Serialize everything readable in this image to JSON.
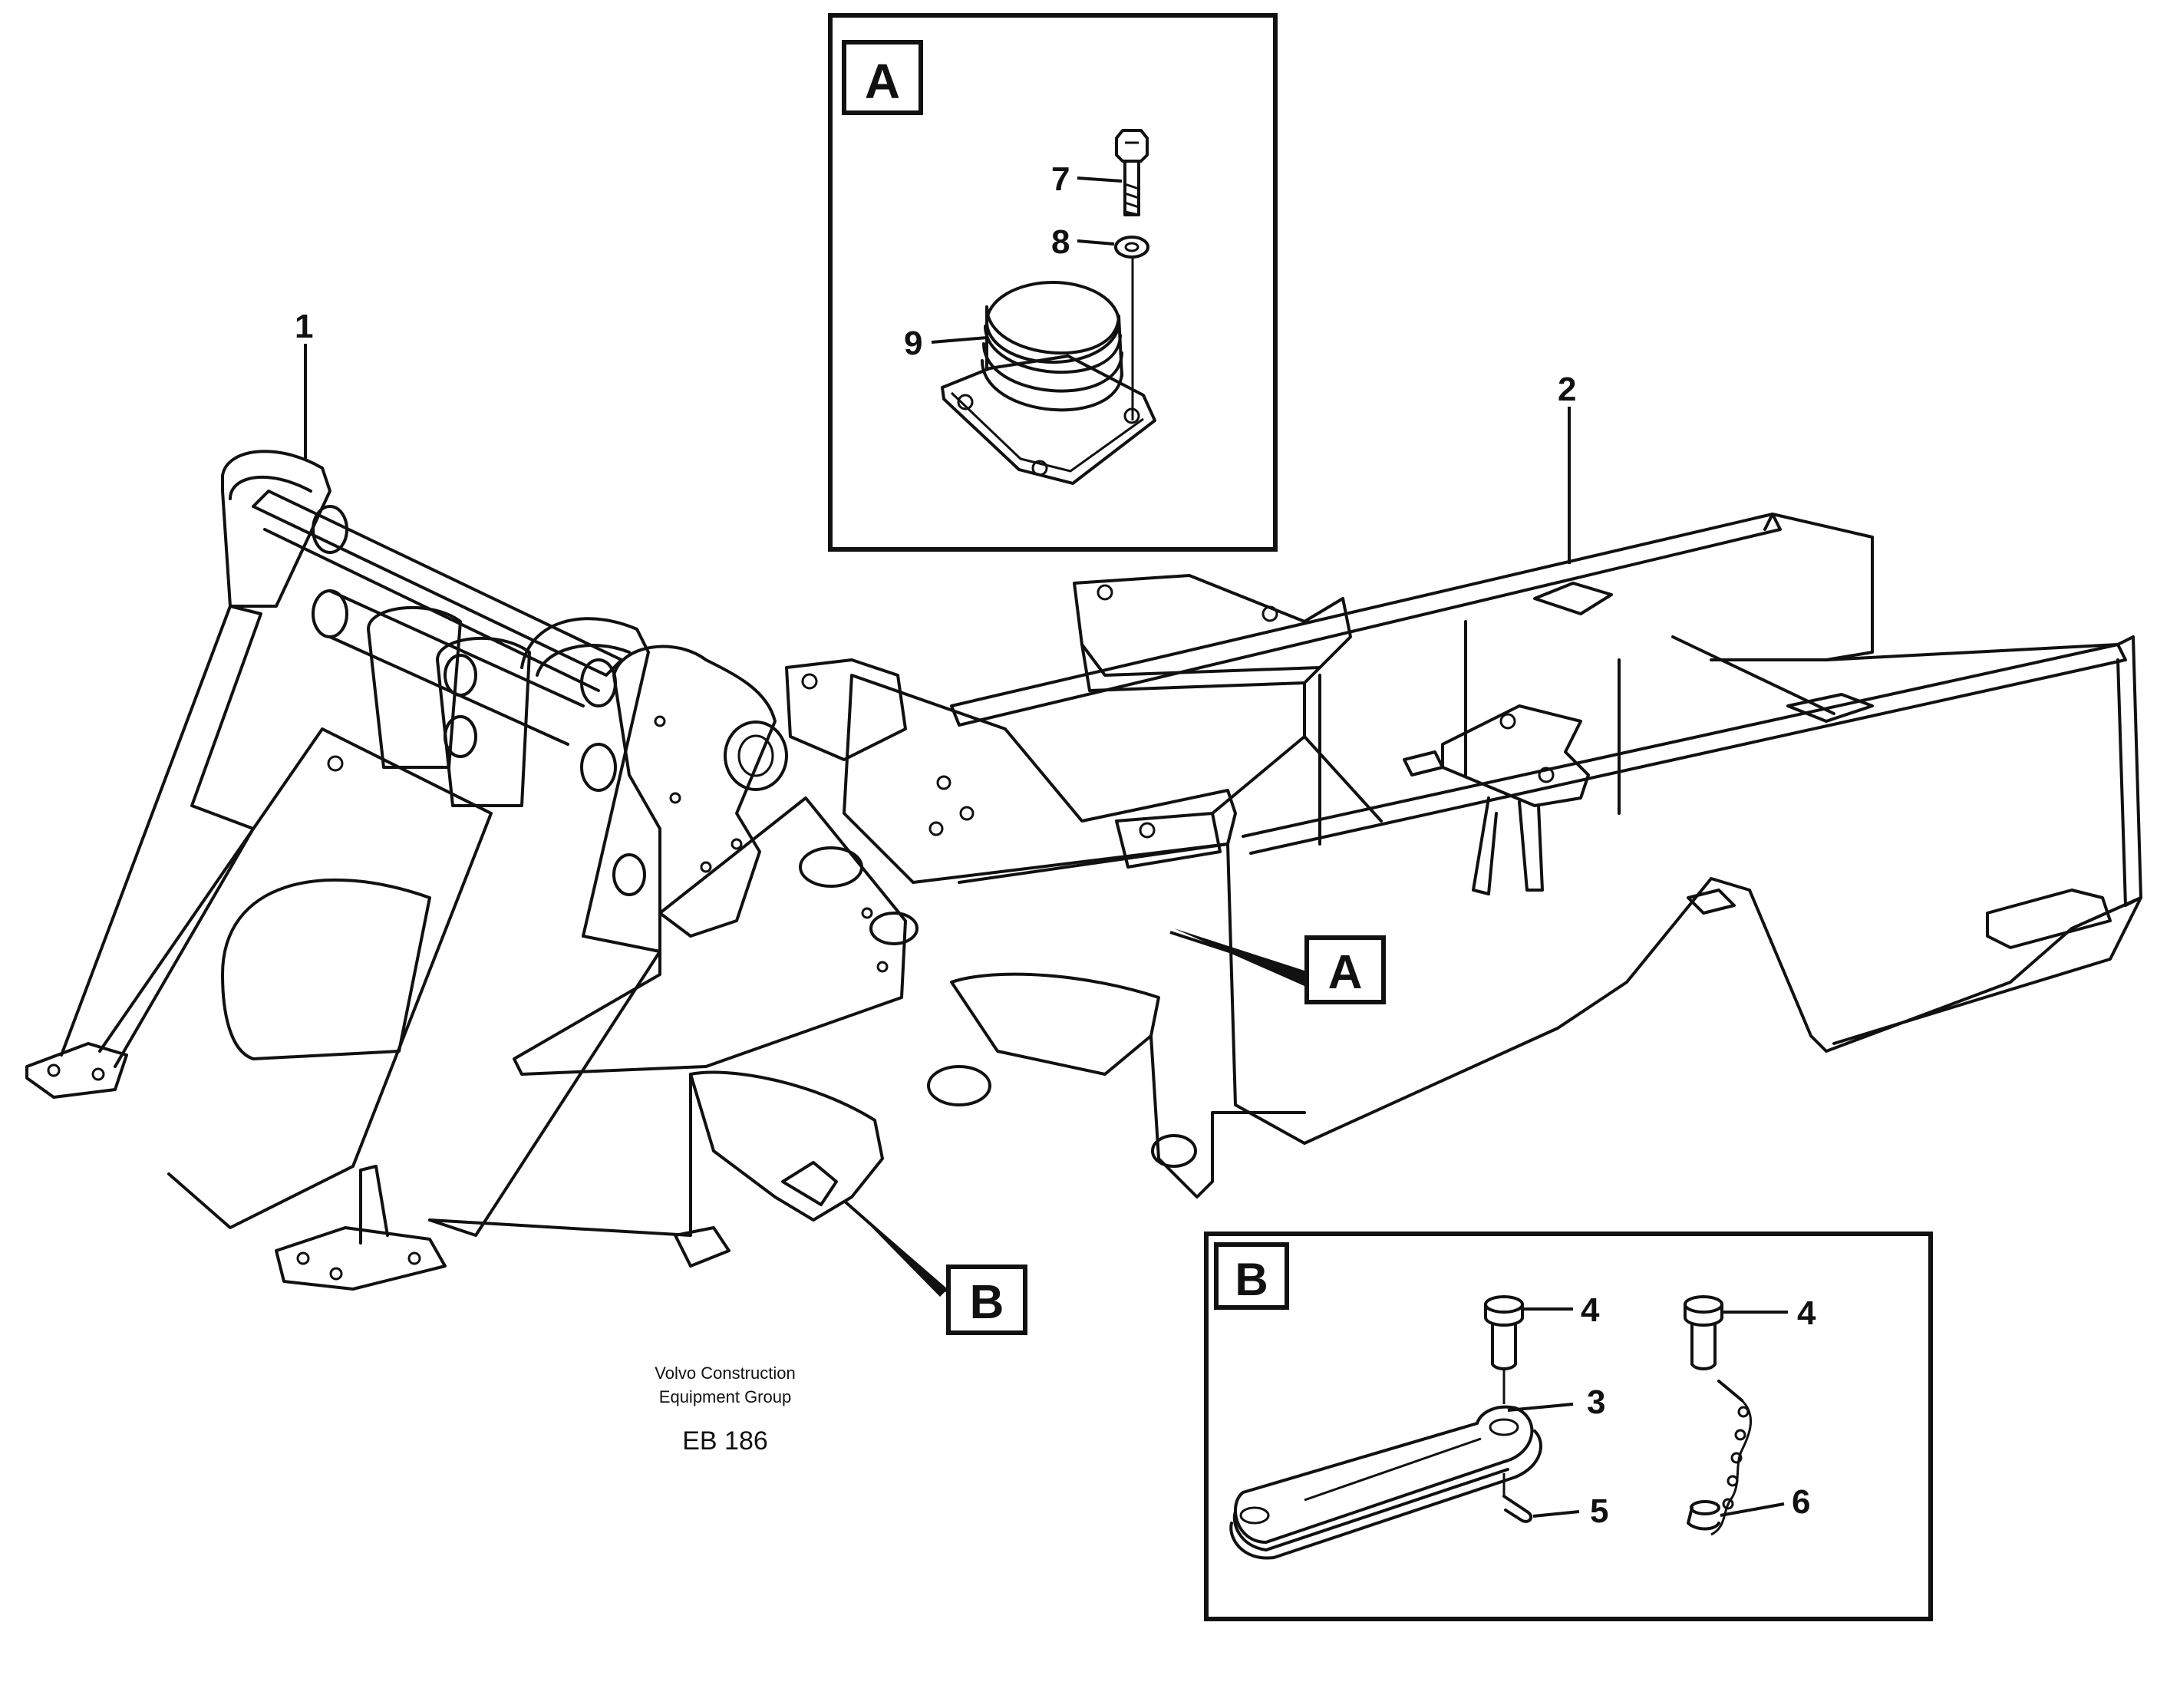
{
  "callouts": {
    "c1": "1",
    "c2": "2",
    "c3": "3",
    "c4a": "4",
    "c4b": "4",
    "c5": "5",
    "c6": "6",
    "c7": "7",
    "c8": "8",
    "c9": "9"
  },
  "detail_labels": {
    "inset_a_title": "A",
    "inset_b_title": "B",
    "ref_a": "A",
    "ref_b": "B"
  },
  "credit": {
    "line1": "Volvo Construction",
    "line2": "Equipment Group",
    "code": "EB 186"
  }
}
